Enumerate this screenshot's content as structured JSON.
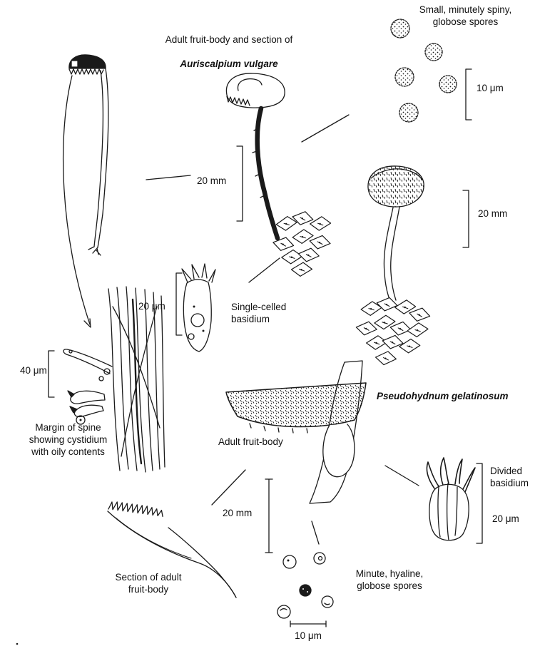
{
  "figure": {
    "title_line1": "Adult fruit-body and section of",
    "title_species": "Auriscalpium vulgare",
    "species2": "Pseudohydnum gelatinosum",
    "labels": {
      "top_spores": "Small, minutely spiny,\nglobose spores",
      "single_basidium": "Single-celled\nbasidium",
      "margin_spine": "Margin of spine\nshowing cystidium\nwith oily contents",
      "adult_fruit_body": "Adult fruit-body",
      "divided_basidium": "Divided\nbasidium",
      "section_adult": "Section of adult\nfruit-body",
      "bottom_spores": "Minute, hyaline,\nglobose spores"
    },
    "scales": {
      "top_spores_um": "10 μm",
      "left_20mm": "20 mm",
      "right_20mm": "20 mm",
      "single_basidium_um": "20 μm",
      "cystidium_um": "40 μm",
      "divided_basidium_um": "20 μm",
      "center_20mm": "20 mm",
      "bottom_spores_um": "10 μm"
    },
    "ink_color": "#1a1a1a",
    "background": "#ffffff"
  }
}
